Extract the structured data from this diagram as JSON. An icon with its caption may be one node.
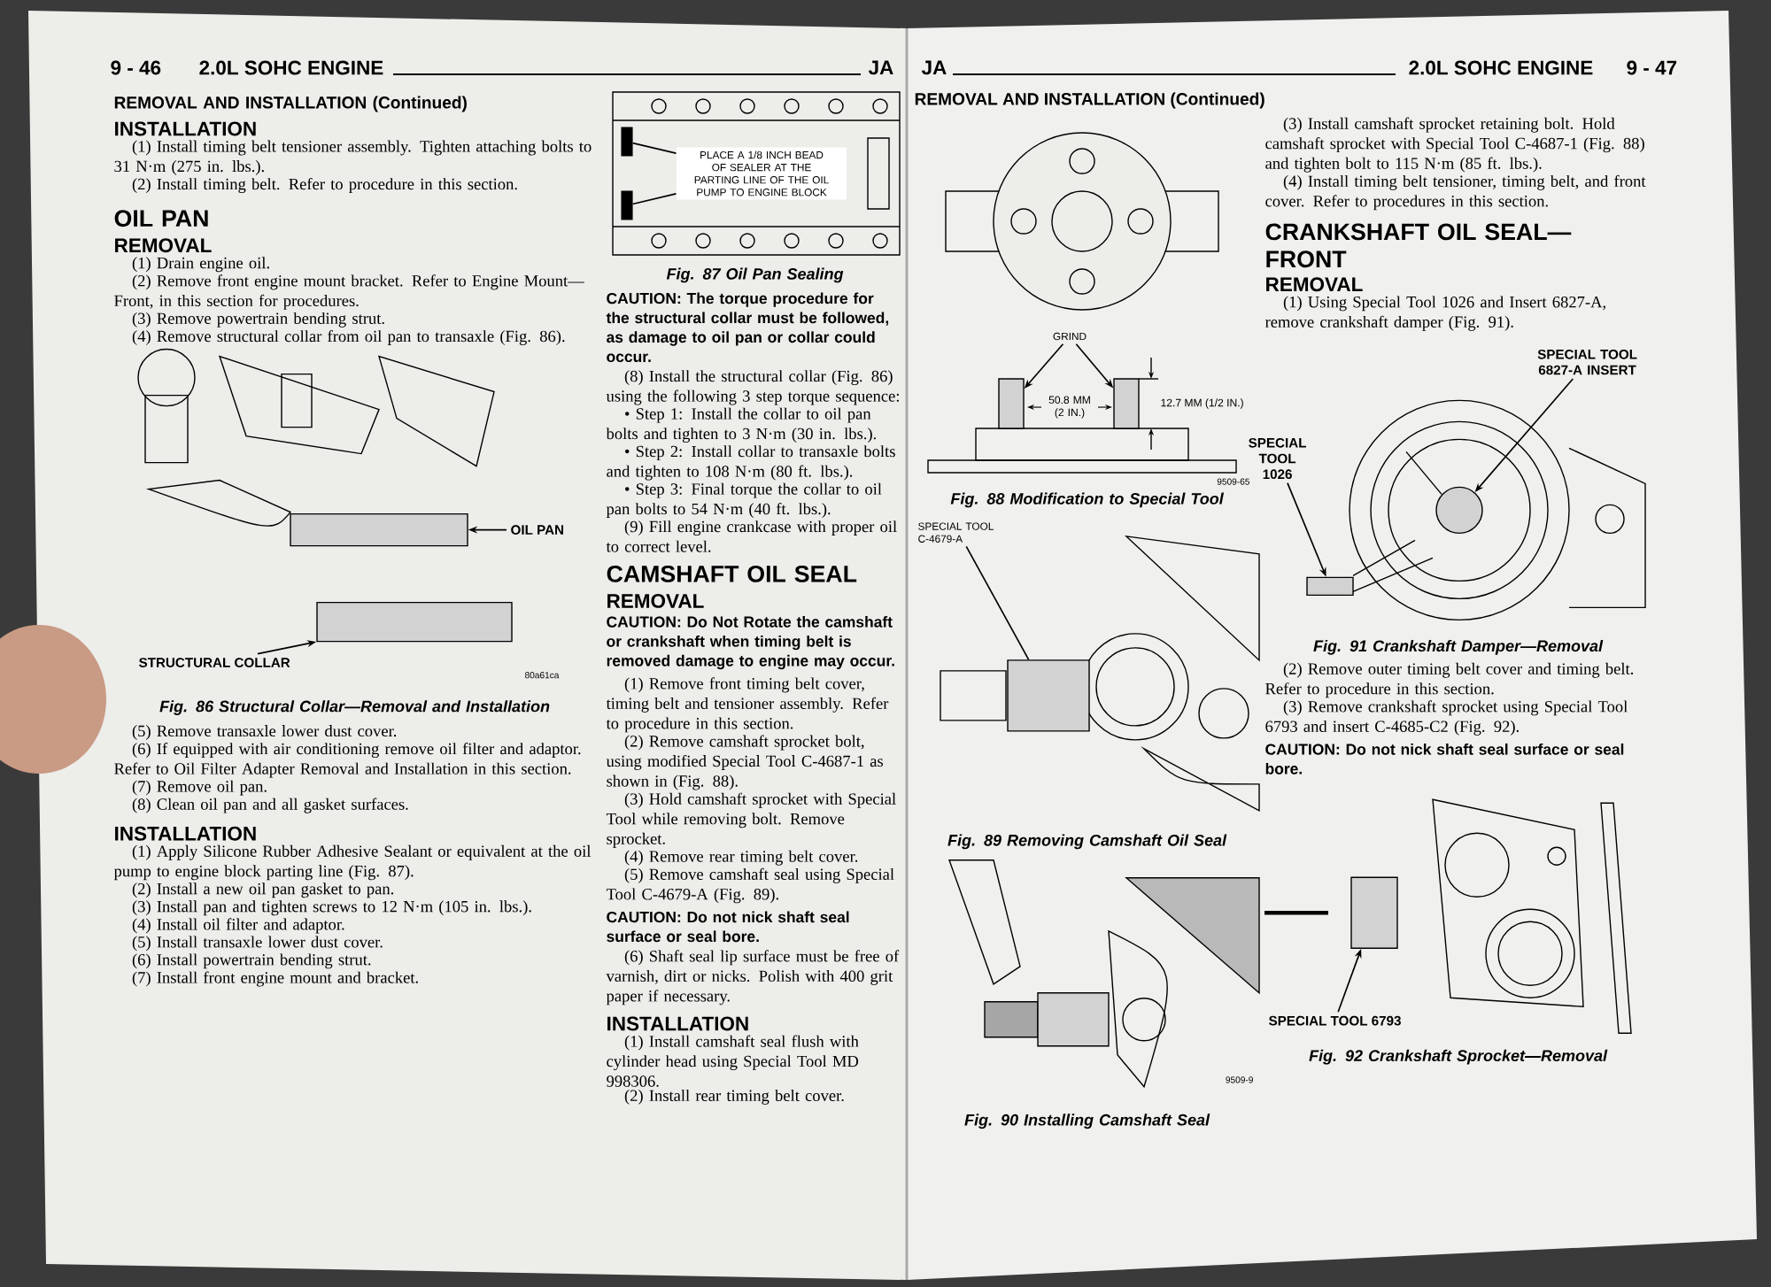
{
  "diagram": {
    "nodes": [
      {
        "text": [
          "OIL PAN"
        ]
      },
      {
        "text": [],
        "shape": "box"
      },
      {
        "text": [
          "STRUCTURAL COLLAR"
        ]
      },
      {
        "text": [],
        "shape": "box"
      },
      {
        "text": [
          "PLACE A 1/8 INCH BEAD OF SEALER AT THE PARTING LINE OF THE OIL PUMP TO ENGINE BLOCK"
        ]
      },
      {
        "text": [],
        "shape": "bar"
      },
      {
        "text": [],
        "shape": "bar"
      },
      {
        "text": [
          "GRIND"
        ]
      },
      {
        "text": [],
        "shape": "box"
      },
      {
        "text": [],
        "shape": "box"
      },
      {
        "text": [
          "SPECIAL TOOL C-4679-A"
        ]
      },
      {
        "text": [],
        "shape": "box"
      },
      {
        "text": [
          "SPECIAL TOOL 6827-A INSERT"
        ]
      },
      {
        "text": [],
        "shape": "circle"
      },
      {
        "text": [
          "SPECIAL TOOL 1026"
        ]
      },
      {
        "text": [],
        "shape": "box"
      },
      {
        "text": [
          "SPECIAL TOOL 6793"
        ]
      },
      {
        "text": [],
        "shape": "box"
      }
    ],
    "edges": [
      {
        "from": 0,
        "to": 1,
        "arrow": "to"
      },
      {
        "from": 2,
        "to": 3,
        "arrow": "to"
      },
      {
        "from": 4,
        "to": 5,
        "arrow": "none"
      },
      {
        "from": 4,
        "to": 6,
        "arrow": "none"
      },
      {
        "from": 7,
        "to": 8,
        "arrow": "to"
      },
      {
        "from": 7,
        "to": 9,
        "arrow": "to"
      },
      {
        "from": 10,
        "to": 11,
        "arrow": "none"
      },
      {
        "from": 12,
        "to": 13,
        "arrow": "to"
      },
      {
        "from": 14,
        "to": 15,
        "arrow": "to"
      },
      {
        "from": 16,
        "to": 17,
        "arrow": "to"
      }
    ],
    "labels": [
      "9 - 46",
      "2.0L SOHC ENGINE",
      "REMOVAL AND INSTALLATION (Continued)",
      "INSTALLATION",
      "(1) Install timing belt tensioner assembly. Tighten attaching bolts to 31 N·m (275 in. lbs.).",
      "(2) Install timing belt. Refer to procedure in this section.",
      "OIL PAN",
      "REMOVAL",
      "(1) Drain engine oil.",
      "(2) Remove front engine mount bracket. Refer to Engine Mount—Front, in this section for procedures.",
      "(3) Remove powertrain bending strut.",
      "(4) Remove structural collar from oil pan to transaxle (Fig. 86).",
      "80a61ca",
      "Fig. 86 Structural Collar—Removal and Installation",
      "(5) Remove transaxle lower dust cover.",
      "(6) If equipped with air conditioning remove oil filter and adaptor. Refer to Oil Filter Adapter Removal and Installation in this section.",
      "(7) Remove oil pan.",
      "(8) Clean oil pan and all gasket surfaces.",
      "INSTALLATION",
      "(1) Apply Silicone Rubber Adhesive Sealant or equivalent at the oil pump to engine block parting line (Fig. 87).",
      "(2) Install a new oil pan gasket to pan.",
      "(3) Install pan and tighten screws to 12 N·m (105 in. lbs.).",
      "(4) Install oil filter and adaptor.",
      "(5) Install transaxle lower dust cover.",
      "(6) Install powertrain bending strut.",
      "(7) Install front engine mount and bracket.",
      "JA",
      "Fig. 87 Oil Pan Sealing",
      "CAUTION: The torque procedure for the structural collar must be followed, as damage to oil pan or collar could occur.",
      "(8) Install the structural collar (Fig. 86) using the following 3 step torque sequence:",
      "• Step 1: Install the collar to oil pan bolts and tighten to 3 N·m (30 in. lbs.).",
      "• Step 2: Install collar to transaxle bolts and tighten to 108 N·m (80 ft. lbs.).",
      "• Step 3: Final torque the collar to oil pan bolts to 54 N·m (40 ft. lbs.).",
      "(9) Fill engine crankcase with proper oil to correct level.",
      "CAMSHAFT OIL SEAL",
      "REMOVAL",
      "CAUTION: Do Not Rotate the camshaft or crankshaft when timing belt is removed damage to engine may occur.",
      "(1) Remove front timing belt cover, timing belt and tensioner assembly. Refer to procedure in this section.",
      "(2) Remove camshaft sprocket bolt, using modified Special Tool C-4687-1 as shown in (Fig. 88).",
      "(3) Hold camshaft sprocket with Special Tool while removing bolt. Remove sprocket.",
      "(4) Remove rear timing belt cover.",
      "(5) Remove camshaft seal using Special Tool C-4679-A (Fig. 89).",
      "CAUTION: Do not nick shaft seal surface or seal bore.",
      "(6) Shaft seal lip surface must be free of varnish, dirt or nicks. Polish with 400 grit paper if necessary.",
      "INSTALLATION",
      "(1) Install camshaft seal flush with cylinder head using Special Tool MD 998306.",
      "(2) Install rear timing belt cover.",
      "JA",
      "REMOVAL AND INSTALLATION (Continued)",
      "50.8 MM (2 IN.)",
      "12.7 MM (1/2 IN.)",
      "9509-65",
      "Fig. 88 Modification to Special Tool",
      "Fig. 89 Removing Camshaft Oil Seal",
      "9509-9",
      "Fig. 90 Installing Camshaft Seal",
      "2.0L SOHC ENGINE",
      "9 - 47",
      "(3) Install camshaft sprocket retaining bolt. Hold camshaft sprocket with Special Tool C-4687-1 (Fig. 88) and tighten bolt to 115 N·m (85 ft. lbs.).",
      "(4) Install timing belt tensioner, timing belt, and front cover. Refer to procedures in this section.",
      "CRANKSHAFT OIL SEAL—FRONT",
      "REMOVAL",
      "(1) Using Special Tool 1026 and Insert 6827-A, remove crankshaft damper (Fig. 91).",
      "Fig. 91 Crankshaft Damper—Removal",
      "(2) Remove outer timing belt cover and timing belt. Refer to procedure in this section.",
      "(3) Remove crankshaft sprocket using Special Tool 6793 and insert C-4685-C2 (Fig. 92).",
      "CAUTION: Do not nick shaft seal surface or seal bore.",
      "Fig. 92 Crankshaft Sprocket—Removal"
    ]
  }
}
